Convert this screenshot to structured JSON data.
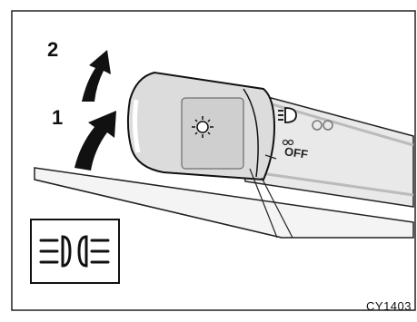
{
  "steps": {
    "step_1": "1",
    "step_2": "2"
  },
  "switch_positions": {
    "off": "OFF"
  },
  "figure_code": "CY1403",
  "icons": {
    "headlight_high_beam": "high-beam-indicator-icon",
    "sun_position": "parking-light-icon",
    "headlight_on": "headlight-icon",
    "parking_small": "side-marker-icon"
  }
}
